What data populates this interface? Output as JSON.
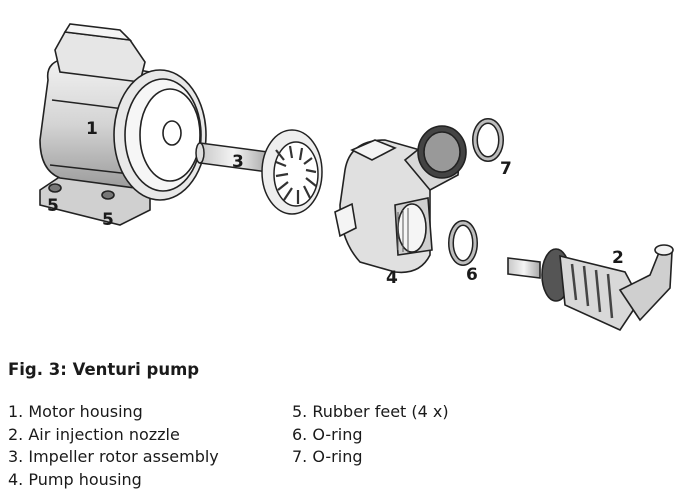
{
  "callouts": {
    "motor_housing": "1",
    "air_injection_nozzle": "2",
    "impeller_rotor_assembly": "3",
    "pump_housing": "4",
    "rubber_feet_a": "5",
    "rubber_feet_b": "5",
    "o_ring_6": "6",
    "o_ring_7": "7"
  },
  "caption": "Fig. 3: Venturi pump",
  "legend": {
    "left": [
      "1. Motor housing",
      "2. Air injection nozzle",
      "3. Impeller rotor assembly",
      "4. Pump housing"
    ],
    "right": [
      "5. Rubber feet (4 x)",
      "6. O-ring",
      "7. O-ring"
    ]
  }
}
